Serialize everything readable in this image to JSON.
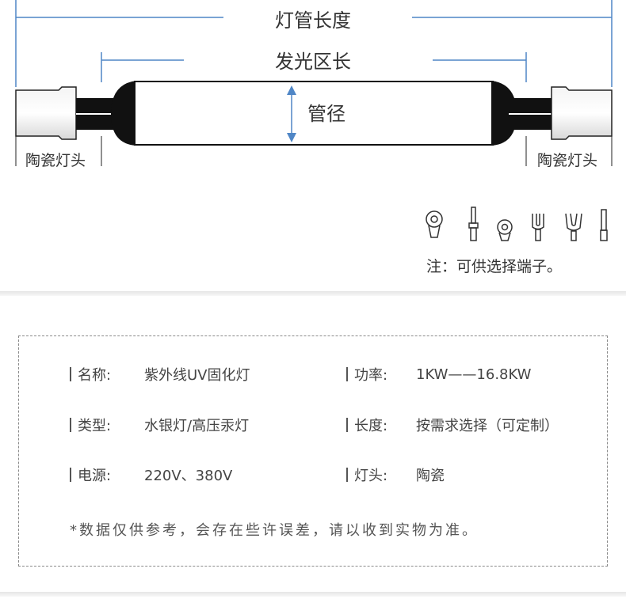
{
  "diagram": {
    "total_length_label": "灯管长度",
    "emitting_length_label": "发光区长",
    "diameter_label": "管径",
    "cap_left_label": "陶瓷灯头",
    "cap_right_label": "陶瓷灯头",
    "terminal_icons": [
      "ring-terminal-icon",
      "pin-terminal-icon",
      "ring-terminal-icon",
      "fork-terminal-icon",
      "fork-terminal-icon",
      "blade-terminal-icon"
    ],
    "terminal_note": "注：可供选择端子。",
    "dimension_line_color": "#4f86c6"
  },
  "specs": [
    {
      "key": "名称:",
      "value": "紫外线UV固化灯"
    },
    {
      "key": "功率:",
      "value": "1KW——16.8KW"
    },
    {
      "key": "类型:",
      "value": "水银灯/高压汞灯"
    },
    {
      "key": "长度:",
      "value": "按需求选择（可定制）"
    },
    {
      "key": "电源:",
      "value": "220V、380V"
    },
    {
      "key": "灯头:",
      "value": "陶瓷"
    }
  ],
  "disclaimer": "*数据仅供参考，会存在些许误差，请以收到实物为准。"
}
